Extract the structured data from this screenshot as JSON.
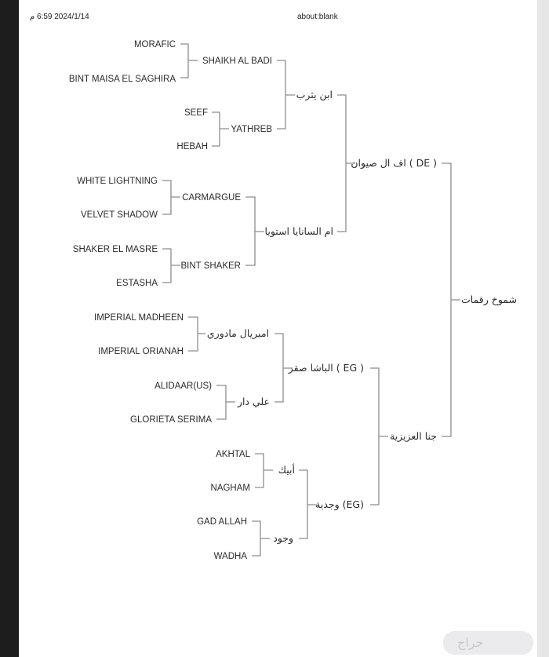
{
  "header": {
    "timestamp": "2024/1/14 6:59 م",
    "url": "about:blank"
  },
  "pedigree": {
    "subject": "شموخ رقمات",
    "sire": "اف ال صيوان ( DE )",
    "dam": "جنا العزيزية",
    "sire_sire": "ابن يثرب",
    "sire_dam": "ام السانايا استويا",
    "dam_sire": "الباشا صقر ( EG )",
    "dam_dam": "وجدية (EG)",
    "g3": {
      "ss_s": "SHAIKH AL BADI",
      "ss_d": "YATHREB",
      "sd_s": "CARMARGUE",
      "sd_d": "BINT SHAKER",
      "ds_s": "امبريال مادوري",
      "ds_d": "علي دار",
      "dd_s": "أبيك",
      "dd_d": "وجود"
    },
    "g4": {
      "a1": "MORAFIC",
      "a2": "BINT MAISA EL SAGHIRA",
      "a3": "SEEF",
      "a4": "HEBAH",
      "a5": "WHITE LIGHTNING",
      "a6": "VELVET SHADOW",
      "a7": "SHAKER EL MASRE",
      "a8": "ESTASHA",
      "a9": "IMPERIAL MADHEEN",
      "a10": "IMPERIAL ORIANAH",
      "a11": "ALIDAAR(US)",
      "a12": "GLORIETA SERIMA",
      "a13": "AKHTAL",
      "a14": "NAGHAM",
      "a15": "GAD ALLAH",
      "a16": "WADHA"
    }
  },
  "watermark": "حراج"
}
